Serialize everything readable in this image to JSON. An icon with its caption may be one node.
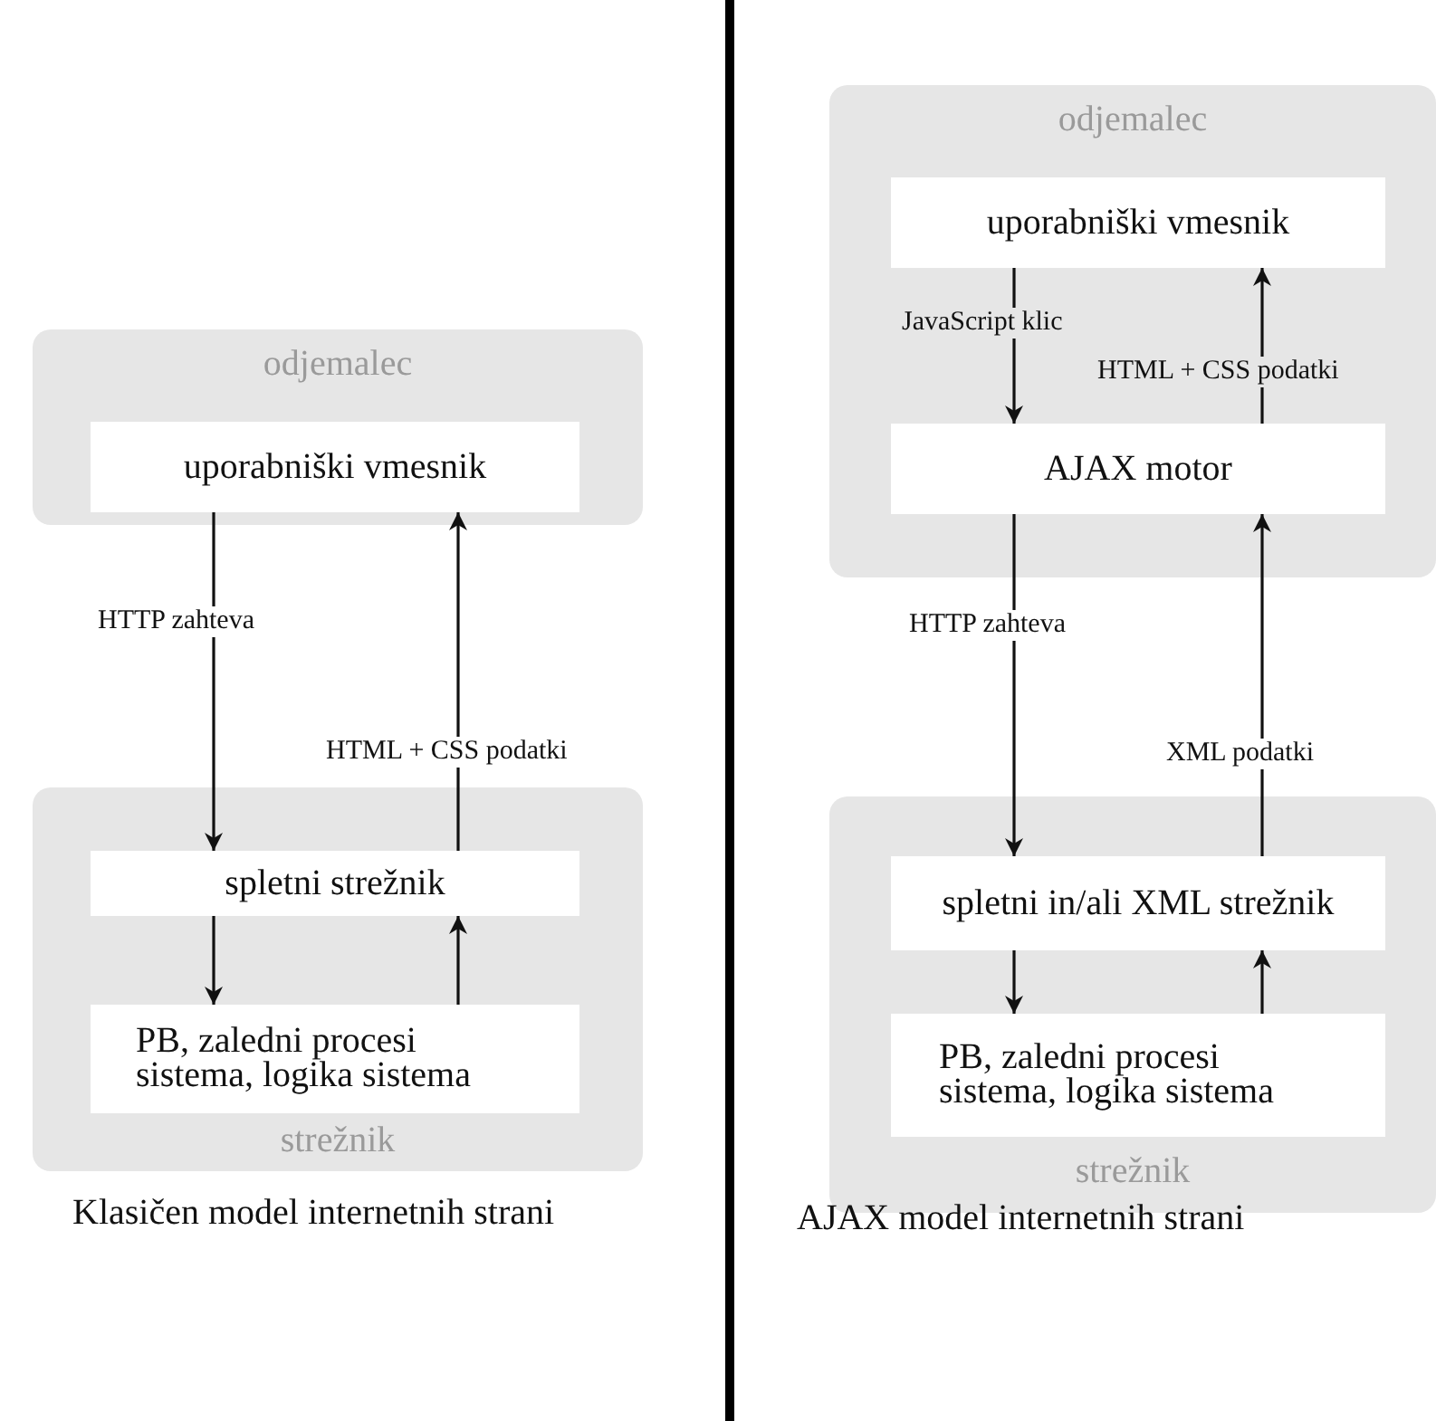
{
  "diagram": {
    "nodes": [
      {
        "text": [
          "odjemalec"
        ]
      },
      {
        "text": [
          "uporabniški vmesnik"
        ],
        "in": 0
      },
      {
        "text": [
          "strežnik"
        ]
      },
      {
        "text": [
          "spletni strežnik"
        ],
        "in": 2
      },
      {
        "text": [
          "PB, zaledni procesi sistema, logika sistema"
        ],
        "in": 2
      },
      {
        "text": [
          "odjemalec"
        ]
      },
      {
        "text": [
          "uporabniški vmesnik"
        ],
        "in": 5
      },
      {
        "text": [
          "AJAX motor"
        ],
        "in": 5
      },
      {
        "text": [
          "strežnik"
        ]
      },
      {
        "text": [
          "spletni in/ali XML strežnik"
        ],
        "in": 8
      },
      {
        "text": [
          "PB, zaledni procesi sistema, logika sistema"
        ],
        "in": 8
      }
    ],
    "edges": [
      {
        "from": 1,
        "to": 3,
        "arrow": "to",
        "label": "HTTP zahteva"
      },
      {
        "from": 3,
        "to": 1,
        "arrow": "to",
        "label": "HTML + CSS podatki"
      },
      {
        "from": 3,
        "to": 4,
        "arrow": "to"
      },
      {
        "from": 4,
        "to": 3,
        "arrow": "to"
      },
      {
        "from": 6,
        "to": 7,
        "arrow": "to",
        "label": "JavaScript klic"
      },
      {
        "from": 7,
        "to": 6,
        "arrow": "to",
        "label": "HTML + CSS podatki"
      },
      {
        "from": 7,
        "to": 9,
        "arrow": "to",
        "label": "HTTP zahteva"
      },
      {
        "from": 9,
        "to": 7,
        "arrow": "to",
        "label": "XML podatki"
      },
      {
        "from": 9,
        "to": 10,
        "arrow": "to"
      },
      {
        "from": 10,
        "to": 9,
        "arrow": "to"
      }
    ],
    "labels": [
      "Klasičen model internetnih strani",
      "AJAX model internetnih strani"
    ]
  }
}
